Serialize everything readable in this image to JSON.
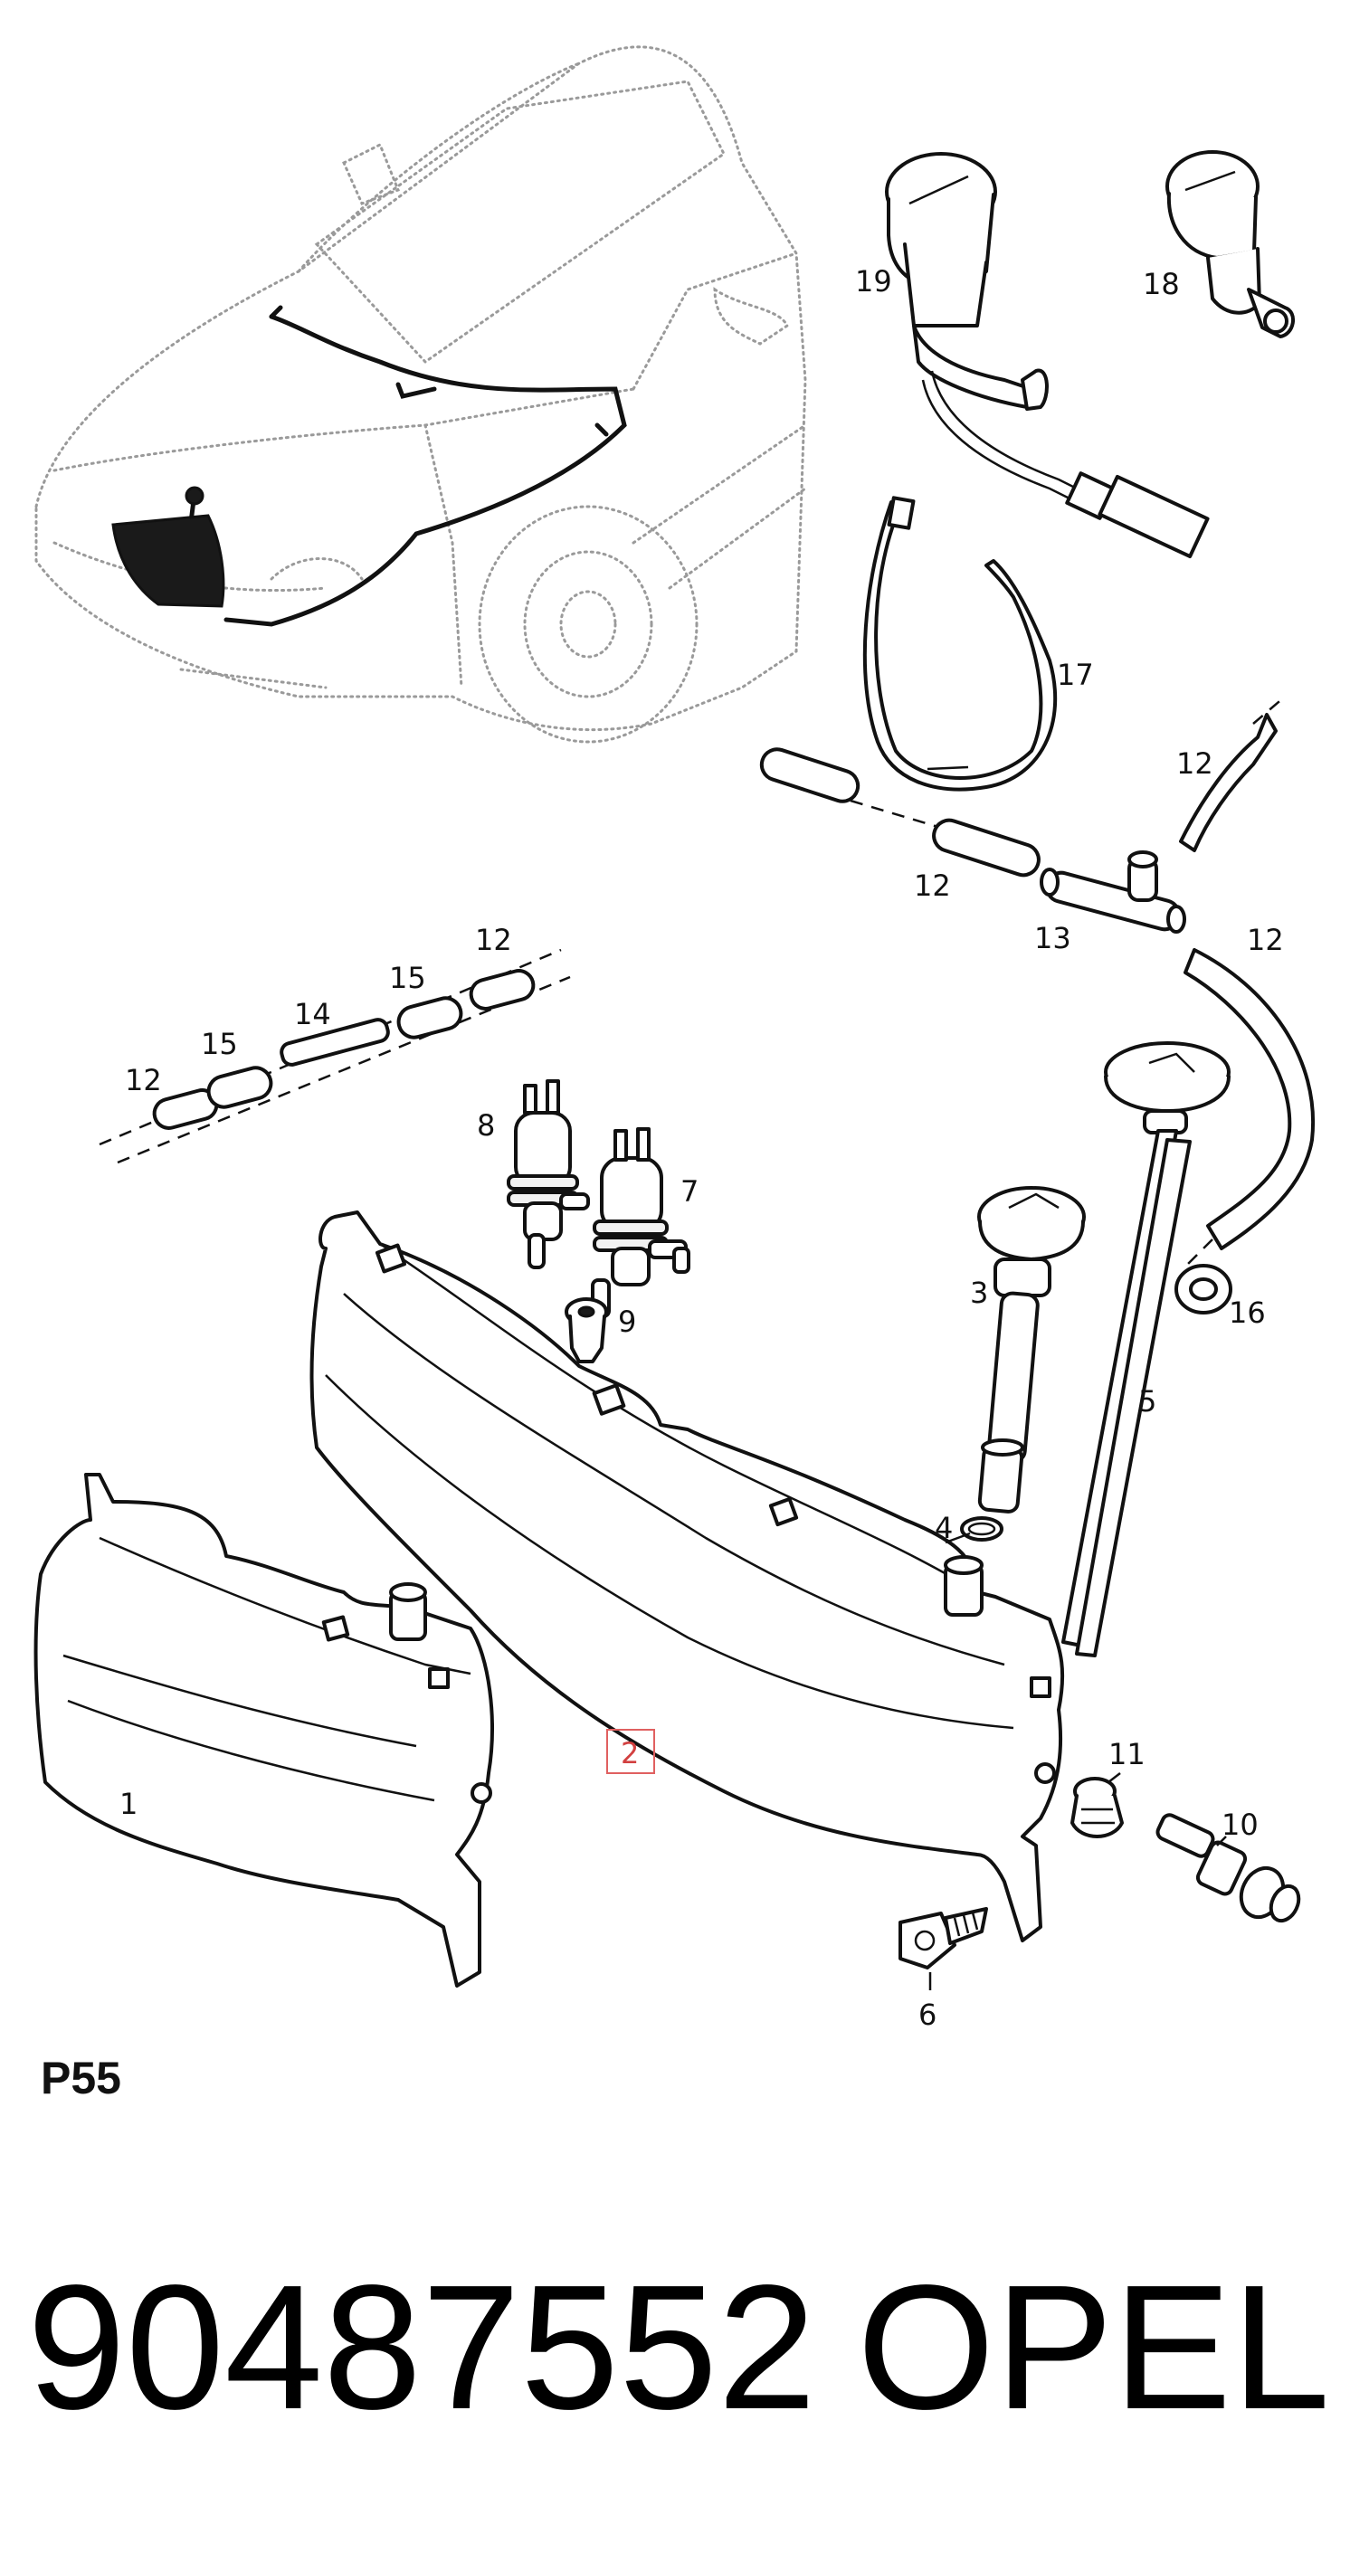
{
  "callouts": [
    {
      "id": "c1",
      "text": "1"
    },
    {
      "id": "c2",
      "text": "2",
      "highlighted": true
    },
    {
      "id": "c3",
      "text": "3"
    },
    {
      "id": "c4",
      "text": "4"
    },
    {
      "id": "c5",
      "text": "5"
    },
    {
      "id": "c6",
      "text": "6"
    },
    {
      "id": "c7",
      "text": "7"
    },
    {
      "id": "c8",
      "text": "8"
    },
    {
      "id": "c9",
      "text": "9"
    },
    {
      "id": "c10",
      "text": "10"
    },
    {
      "id": "c11",
      "text": "11"
    },
    {
      "id": "c12a",
      "text": "12"
    },
    {
      "id": "c12b",
      "text": "12"
    },
    {
      "id": "c12c",
      "text": "12"
    },
    {
      "id": "c12d",
      "text": "12"
    },
    {
      "id": "c12e",
      "text": "12"
    },
    {
      "id": "c13",
      "text": "13"
    },
    {
      "id": "c14",
      "text": "14"
    },
    {
      "id": "c15a",
      "text": "15"
    },
    {
      "id": "c15b",
      "text": "15"
    },
    {
      "id": "c16",
      "text": "16"
    },
    {
      "id": "c17",
      "text": "17"
    },
    {
      "id": "c18",
      "text": "18"
    },
    {
      "id": "c19",
      "text": "19"
    }
  ],
  "page_code": "P55",
  "footer": {
    "part_number": "90487552",
    "brand": "OPEL"
  },
  "colors": {
    "line": "#111111",
    "highlight": "#e06060",
    "background": "#ffffff"
  }
}
